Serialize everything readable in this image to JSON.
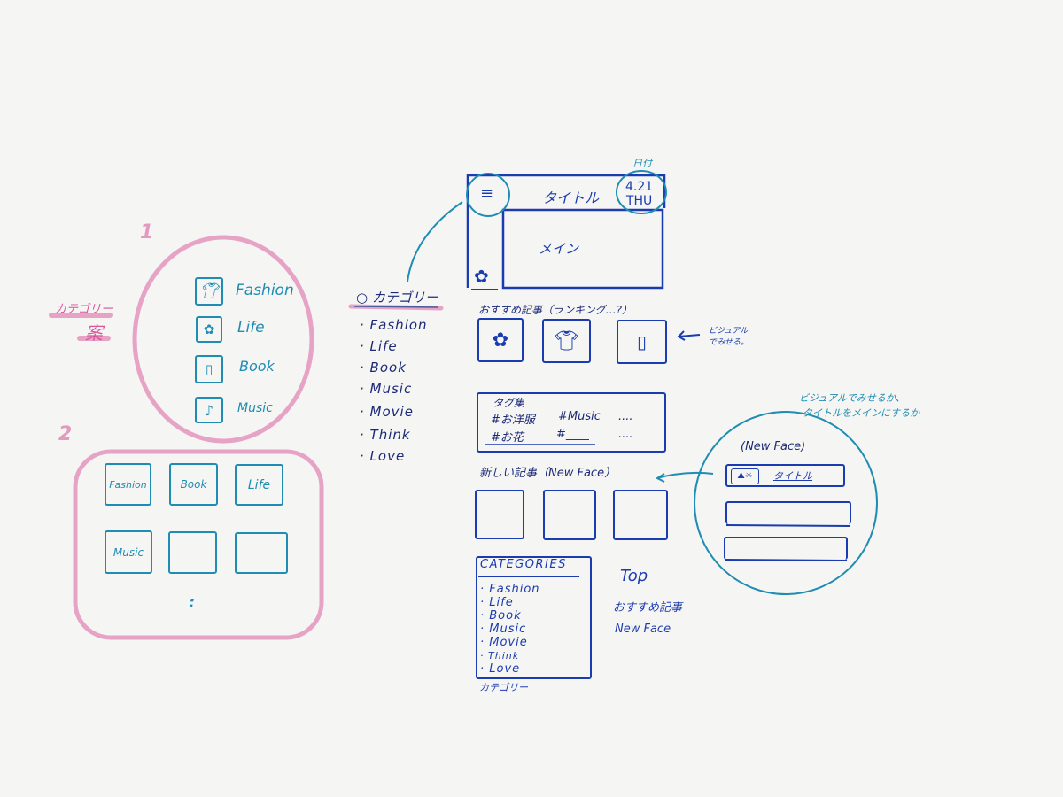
{
  "colors": {
    "blue": "#1b3cb0",
    "teal": "#1f8db3",
    "pink": "#e58bb8",
    "navy": "#1c2a78"
  },
  "left": {
    "note_title": "カテゴリー",
    "note_sub": "案",
    "option1": {
      "number": "1",
      "items": [
        {
          "label": "Fashion",
          "icon": "shirt-icon"
        },
        {
          "label": "Life",
          "icon": "plant-icon"
        },
        {
          "label": "Book",
          "icon": "book-icon"
        },
        {
          "label": "Music",
          "icon": "music-note-icon"
        }
      ]
    },
    "option2": {
      "number": "2",
      "tiles": [
        "Fashion",
        "Book",
        "Life",
        "Music",
        "",
        ""
      ],
      "more": ":"
    }
  },
  "category_list": {
    "title": "○ カテゴリー",
    "items": [
      "Fashion",
      "Life",
      "Book",
      "Music",
      "Movie",
      "Think",
      "Love"
    ]
  },
  "wireframe": {
    "date_note": "日付",
    "menu_icon": "hamburger-icon",
    "title": "タイトル",
    "date": "4.21",
    "weekday": "THU",
    "main": "メイン",
    "logo_icon": "flower-icon",
    "recommended_heading": "おすすめ記事（ランキング…?）",
    "recommended_icons": [
      "flower-icon",
      "shirt-icon",
      "book-icon"
    ],
    "visual_note": "ビジュアルでみせる。",
    "tags": {
      "title": "タグ集",
      "row1": [
        "#お洋服",
        "#Music",
        "...."
      ],
      "row2": [
        "#お花",
        "#____",
        "...."
      ]
    },
    "new_heading": "新しい記事（New Face）",
    "categories": {
      "title": "CATEGORIES",
      "items": [
        "Fashion",
        "Life",
        "Book",
        "Music",
        "Movie",
        "Think",
        "Love"
      ],
      "caption": "カテゴリー"
    },
    "footer_links": [
      "Top",
      "おすすめ記事",
      "New Face"
    ]
  },
  "new_face_zoom": {
    "note_line1": "ビジュアルでみせるか、",
    "note_line2": "タイトルをメインにするか",
    "title": "(New Face)",
    "item_title": "タイトル"
  }
}
